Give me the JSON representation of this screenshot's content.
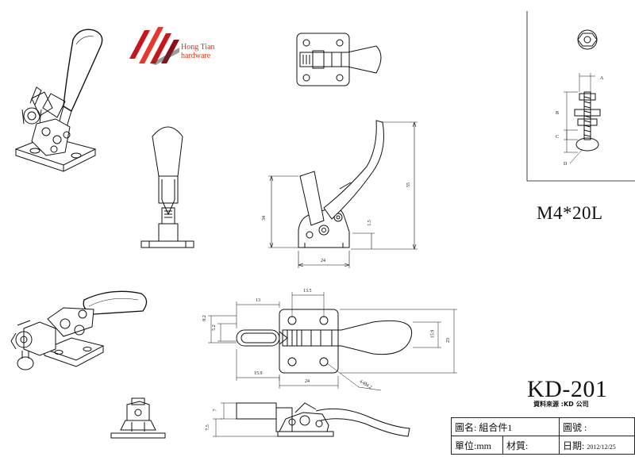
{
  "logo": {
    "line1": "Hong Tian",
    "line2": "hardware",
    "brand_colors": [
      "#c8171a",
      "#e7372a",
      "#8a1016"
    ]
  },
  "detail": {
    "spec": "M4*20L",
    "labels": {
      "a": "A",
      "b": "B",
      "c": "C",
      "d": "D"
    }
  },
  "dimensions": {
    "side_view": {
      "height_left": "34",
      "height_right": "55",
      "small": "1.5",
      "base_width": "24"
    },
    "top_view": {
      "left": "13",
      "top": "13.5",
      "h1": "8.2",
      "h2": "5.2",
      "bottom_left": "15.9",
      "bottom_mid": "24",
      "right_inner": "15.9",
      "right_outer": "23",
      "hole": "4-Ø4.2"
    },
    "front_view": {
      "v1": "7",
      "v2": "7.5"
    }
  },
  "model": {
    "code": "KD-201",
    "source": "資料來源 :KD 公司"
  },
  "title_block": {
    "drawing_name_label": "圖名:",
    "drawing_name_value": "組合件1",
    "drawing_no_label": "圖號 :",
    "unit_label": "單位:mm",
    "material_label": "材質:",
    "date_label": "日期:",
    "date_value": "2012/12/25"
  }
}
